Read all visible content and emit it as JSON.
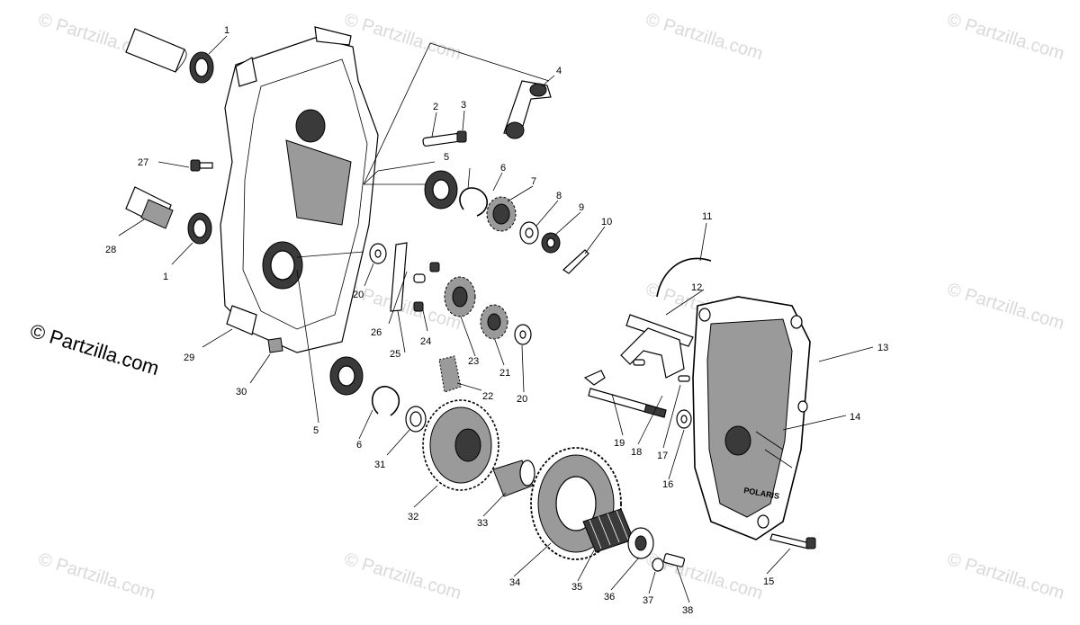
{
  "watermark_text": "© Partzilla.com",
  "brand_text": "© Partzilla.com",
  "callouts": [
    "1",
    "2",
    "3",
    "4",
    "5",
    "6",
    "7",
    "8",
    "9",
    "10",
    "11",
    "12",
    "13",
    "14",
    "15",
    "16",
    "17",
    "18",
    "19",
    "20",
    "21",
    "22",
    "23",
    "24",
    "25",
    "26",
    "27",
    "28",
    "29",
    "30",
    "31",
    "32",
    "33",
    "34",
    "35",
    "36",
    "37",
    "38"
  ],
  "cover_label": "POLARIS"
}
